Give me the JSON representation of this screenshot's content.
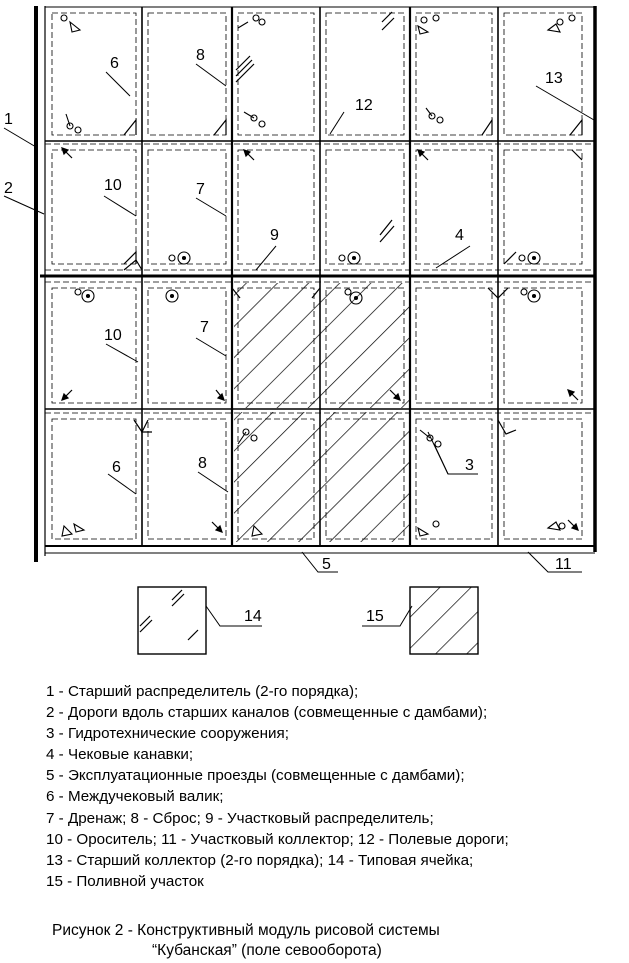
{
  "labels": {
    "1": "1",
    "2": "2",
    "3": "3",
    "4": "4",
    "5": "5",
    "6": "6",
    "7": "7",
    "8": "8",
    "9": "9",
    "10": "10",
    "11": "11",
    "12": "12",
    "13": "13",
    "14": "14",
    "15": "15"
  },
  "legend": [
    "1 - Старший распределитель (2-го порядка);",
    "2 - Дороги вдоль старших каналов (совмещенные с дамбами);",
    "3 - Гидротехнические сооружения;",
    "4 - Чековые канавки;",
    "5 - Эксплуатационные проезды (совмещенные с дамбами);",
    "6 - Междучековый валик;",
    "7 - Дренаж;  8 - Сброс;  9 - Участковый распределитель;",
    "10 - Ороситель;  11 - Участковый коллектор; 12 - Полевые дороги;",
    "13 - Старший коллектор (2-го порядка);  14 - Типовая ячейка;",
    "15 - Поливной участок"
  ],
  "caption": {
    "line1": "Рисунок 2  - Конструктивный модуль рисовой системы",
    "line2": "“Кубанская” (поле севооборота)"
  }
}
